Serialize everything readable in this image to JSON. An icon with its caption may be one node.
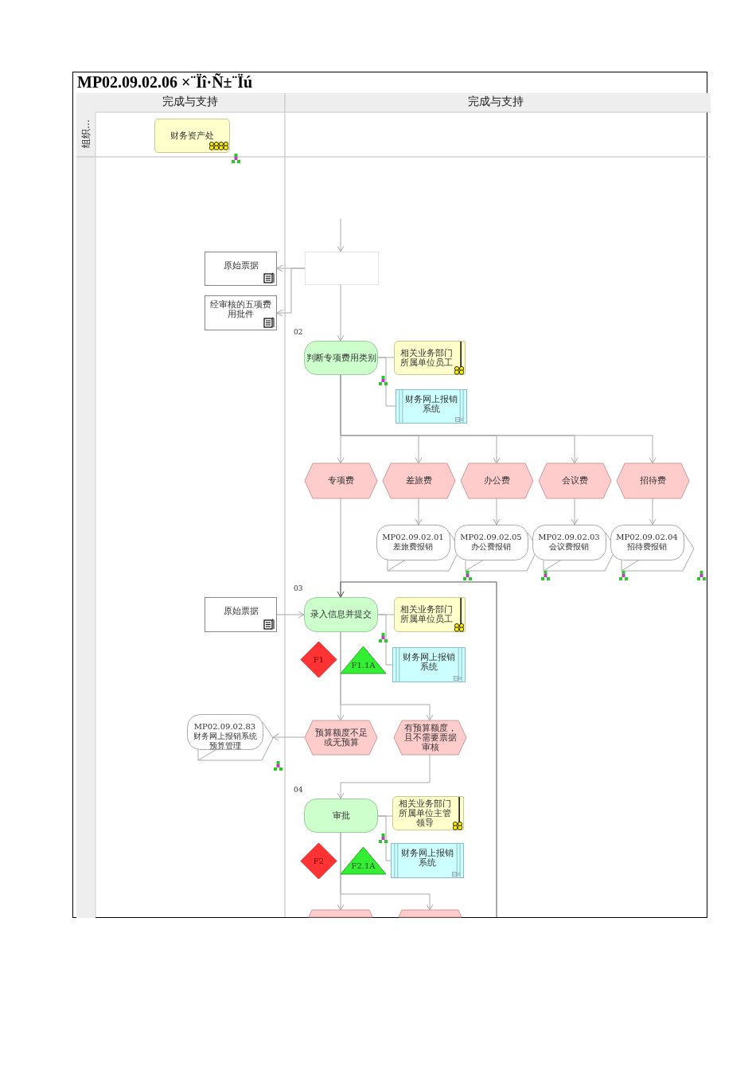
{
  "diagram": {
    "title": "MP02.09.02.06 ×¨Ïî·Ñ±¨Ïú",
    "nodes": [
      {
        "text": [
          "财务资产处"
        ]
      },
      {
        "text": [
          "原始票据"
        ]
      },
      {
        "text": [
          "经审核的五项费用批件"
        ]
      },
      {
        "text": [],
        "shape": "box"
      },
      {
        "text": [
          "判断专项费用类别"
        ],
        "beside": [
          "02"
        ]
      },
      {
        "text": [
          "相关业务部门所属单位员工"
        ]
      },
      {
        "text": [
          "财务网上报销系统"
        ]
      },
      {
        "text": [
          "专项费"
        ]
      },
      {
        "text": [
          "差旅费"
        ]
      },
      {
        "text": [
          "办公费"
        ]
      },
      {
        "text": [
          "会议费"
        ]
      },
      {
        "text": [
          "招待费"
        ]
      },
      {
        "text": [
          "MP02.09.02.01 差旅费报销"
        ]
      },
      {
        "text": [
          "MP02.09.02.05 办公费报销"
        ]
      },
      {
        "text": [
          "MP02.09.02.03 会议费报销"
        ]
      },
      {
        "text": [
          "MP02.09.02.04 招待费报销"
        ]
      },
      {
        "text": [
          "原始票据"
        ]
      },
      {
        "text": [
          "录入信息并提交"
        ],
        "beside": [
          "03"
        ]
      },
      {
        "text": [
          "相关业务部门所属单位员工"
        ]
      },
      {
        "text": [
          "F1"
        ]
      },
      {
        "text": [
          "F1.1A"
        ]
      },
      {
        "text": [
          "财务网上报销系统"
        ]
      },
      {
        "text": [
          "MP02.09.02.83 财务网上报销系统预算管理"
        ]
      },
      {
        "text": [
          "预算额度不足或无预算"
        ]
      },
      {
        "text": [
          "有预算额度，且不需要票据审核"
        ]
      },
      {
        "text": [
          "审批"
        ],
        "beside": [
          "04"
        ]
      },
      {
        "text": [
          "相关业务部门所属单位主管领导"
        ]
      },
      {
        "text": [
          "F2"
        ]
      },
      {
        "text": [
          "F2.1A"
        ]
      },
      {
        "text": [
          "财务网上报销系统"
        ]
      },
      {
        "text": [],
        "shape": "hexagon"
      },
      {
        "text": [],
        "shape": "hexagon"
      }
    ],
    "edges": [
      {
        "from": null,
        "to": 3,
        "arrow": "to"
      },
      {
        "from": 3,
        "to": 1,
        "arrow": "to"
      },
      {
        "from": 3,
        "to": 2,
        "arrow": "to"
      },
      {
        "from": 3,
        "to": 4,
        "arrow": "to"
      },
      {
        "from": 4,
        "to": 5,
        "arrow": "none"
      },
      {
        "from": 4,
        "to": 6,
        "arrow": "none"
      },
      {
        "from": 4,
        "to": 7,
        "arrow": "to"
      },
      {
        "from": 4,
        "to": 8,
        "arrow": "to"
      },
      {
        "from": 4,
        "to": 9,
        "arrow": "to"
      },
      {
        "from": 4,
        "to": 10,
        "arrow": "to"
      },
      {
        "from": 4,
        "to": 11,
        "arrow": "to"
      },
      {
        "from": 8,
        "to": 12,
        "arrow": "to"
      },
      {
        "from": 9,
        "to": 13,
        "arrow": "to"
      },
      {
        "from": 10,
        "to": 14,
        "arrow": "to"
      },
      {
        "from": 11,
        "to": 15,
        "arrow": "to"
      },
      {
        "from": 7,
        "to": 17,
        "arrow": "to"
      },
      {
        "from": 16,
        "to": 17,
        "arrow": "to"
      },
      {
        "from": 17,
        "to": 18,
        "arrow": "none"
      },
      {
        "from": 17,
        "to": 21,
        "arrow": "none"
      },
      {
        "from": 17,
        "to": 23,
        "arrow": "to"
      },
      {
        "from": 17,
        "to": 24,
        "arrow": "to"
      },
      {
        "from": 23,
        "to": 22,
        "arrow": "to"
      },
      {
        "from": 24,
        "to": 25,
        "arrow": "to"
      },
      {
        "from": 25,
        "to": 26,
        "arrow": "none"
      },
      {
        "from": 25,
        "to": 29,
        "arrow": "none"
      },
      {
        "from": 25,
        "to": 30,
        "arrow": "to"
      },
      {
        "from": 25,
        "to": 31,
        "arrow": "to"
      },
      {
        "from": null,
        "to": 17,
        "arrow": "to",
        "color": "#555555"
      }
    ],
    "labels": [
      "完成与支持",
      "完成与支持",
      "组织..."
    ]
  }
}
